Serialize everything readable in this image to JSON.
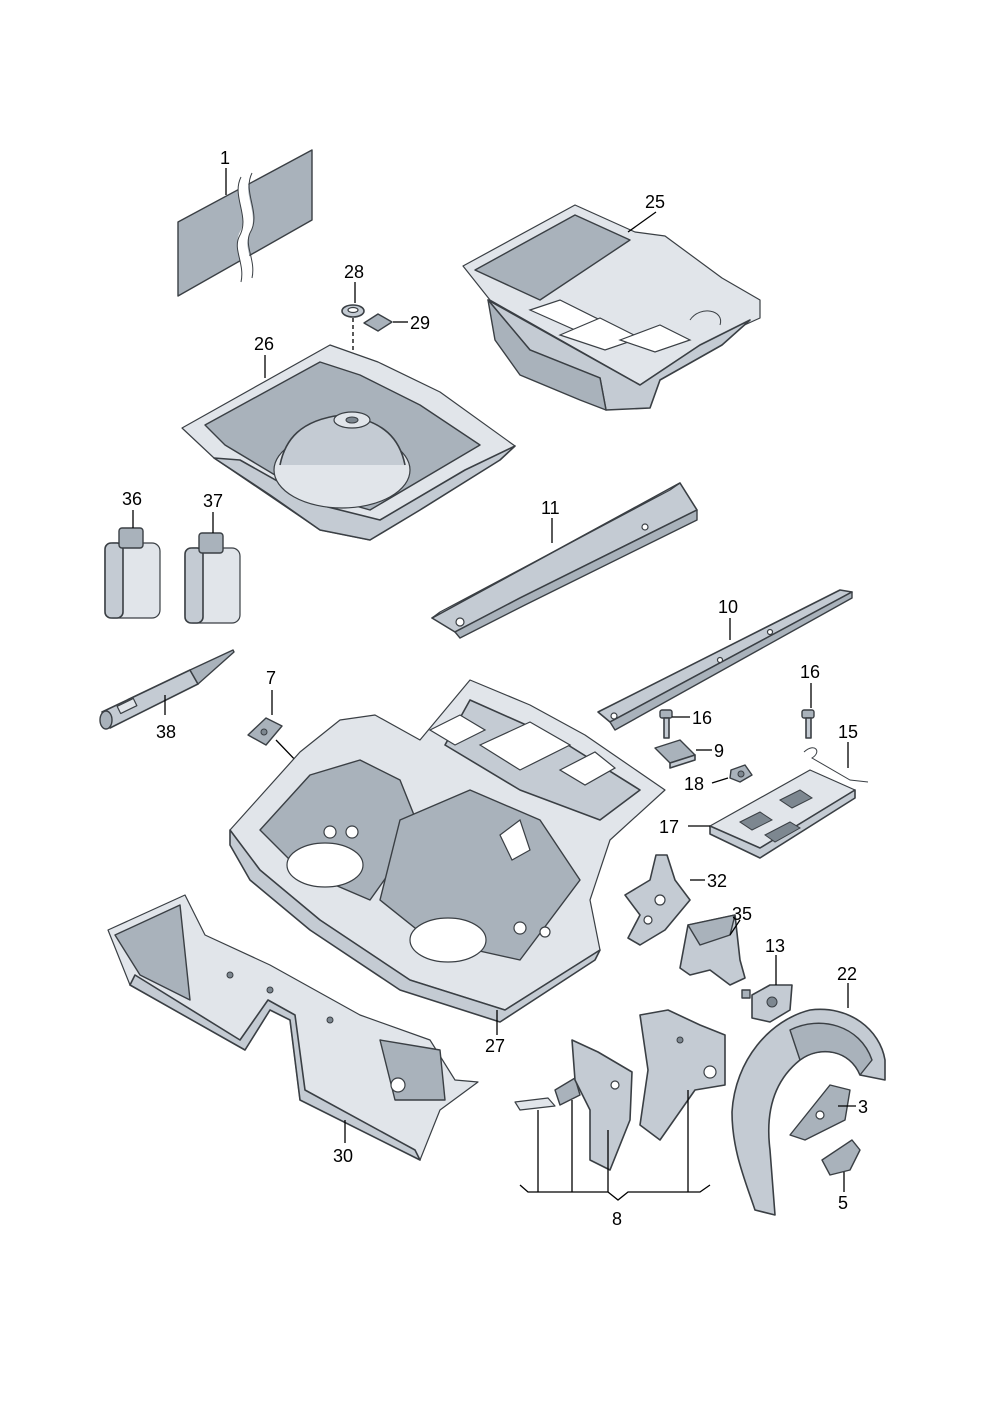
{
  "diagram": {
    "labels": {
      "p1": "1",
      "p3": "3",
      "p5": "5",
      "p7": "7",
      "p8": "8",
      "p9": "9",
      "p10": "10",
      "p11": "11",
      "p13": "13",
      "p15": "15",
      "p16a": "16",
      "p16b": "16",
      "p17": "17",
      "p18": "18",
      "p22": "22",
      "p25": "25",
      "p26": "26",
      "p27": "27",
      "p28": "28",
      "p29": "29",
      "p30": "30",
      "p32": "32",
      "p35": "35",
      "p36": "36",
      "p37": "37",
      "p38": "38"
    },
    "colors": {
      "part_fill": "#c4cbd3",
      "part_shadow": "#a9b2bb",
      "part_highlight": "#e1e5ea",
      "outline": "#3a3f44",
      "label": "#000000"
    }
  }
}
